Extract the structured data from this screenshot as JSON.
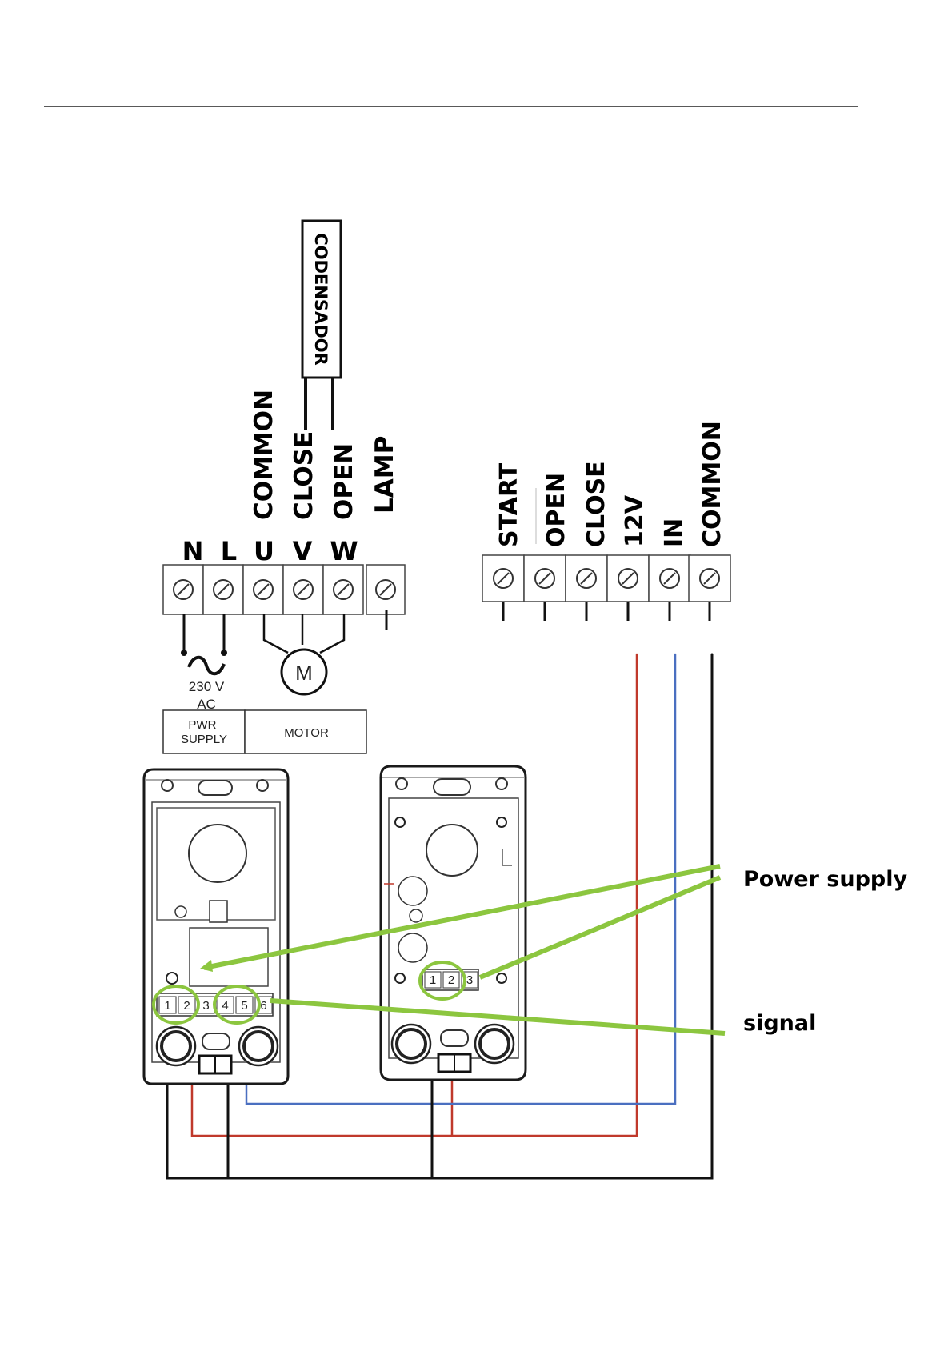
{
  "capacitor": {
    "label": "CODENSADOR"
  },
  "motor_block": {
    "terminal_letters": [
      "N",
      "L",
      "U",
      "V",
      "W"
    ],
    "terminal_functions": [
      "COMMON",
      "CLOSE",
      "OPEN",
      "LAMP"
    ],
    "supply_voltage": "230 V",
    "supply_type": "AC",
    "motor_symbol": "M",
    "box_power_supply": "PWR SUPPLY",
    "box_motor": "MOTOR"
  },
  "control_block": {
    "terminal_functions": [
      "START",
      "OPEN",
      "CLOSE",
      "12V",
      "IN",
      "COMMON"
    ]
  },
  "receiver_left": {
    "terminal_numbers": [
      "1",
      "2",
      "3",
      "4",
      "5",
      "6"
    ]
  },
  "receiver_right": {
    "terminal_numbers": [
      "1",
      "2",
      "3"
    ]
  },
  "callouts": {
    "power_supply": "Power supply",
    "signal": "signal"
  },
  "colors": {
    "highlight_green": "#8cc63f",
    "wire_red": "#c0392b",
    "wire_blue": "#4a6fc0",
    "wire_black": "#111111"
  }
}
